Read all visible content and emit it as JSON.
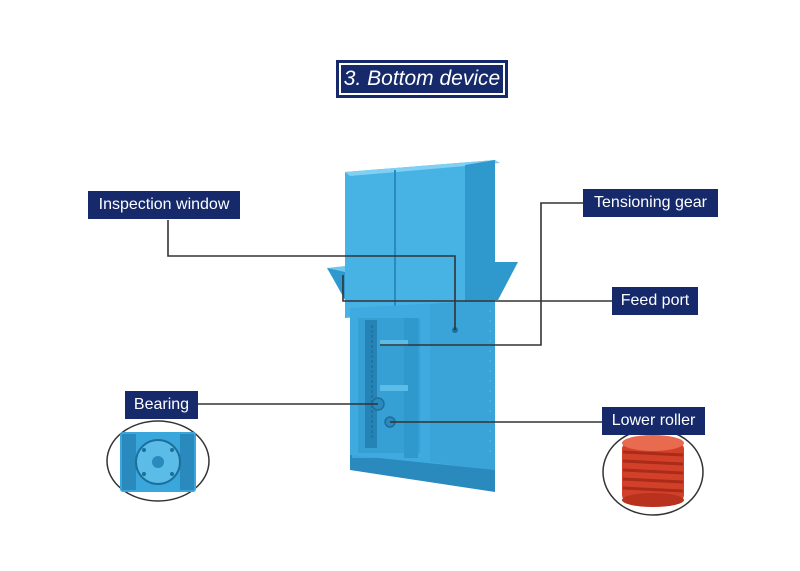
{
  "title": "3. Bottom device",
  "labels": {
    "inspection_window": "Inspection window",
    "tensioning_gear": "Tensioning gear",
    "feed_port": "Feed port",
    "bearing": "Bearing",
    "lower_roller": "Lower roller"
  },
  "colors": {
    "label_bg": "#15296b",
    "machine_blue": "#3aa7dc",
    "roller_red": "#d3402a"
  }
}
